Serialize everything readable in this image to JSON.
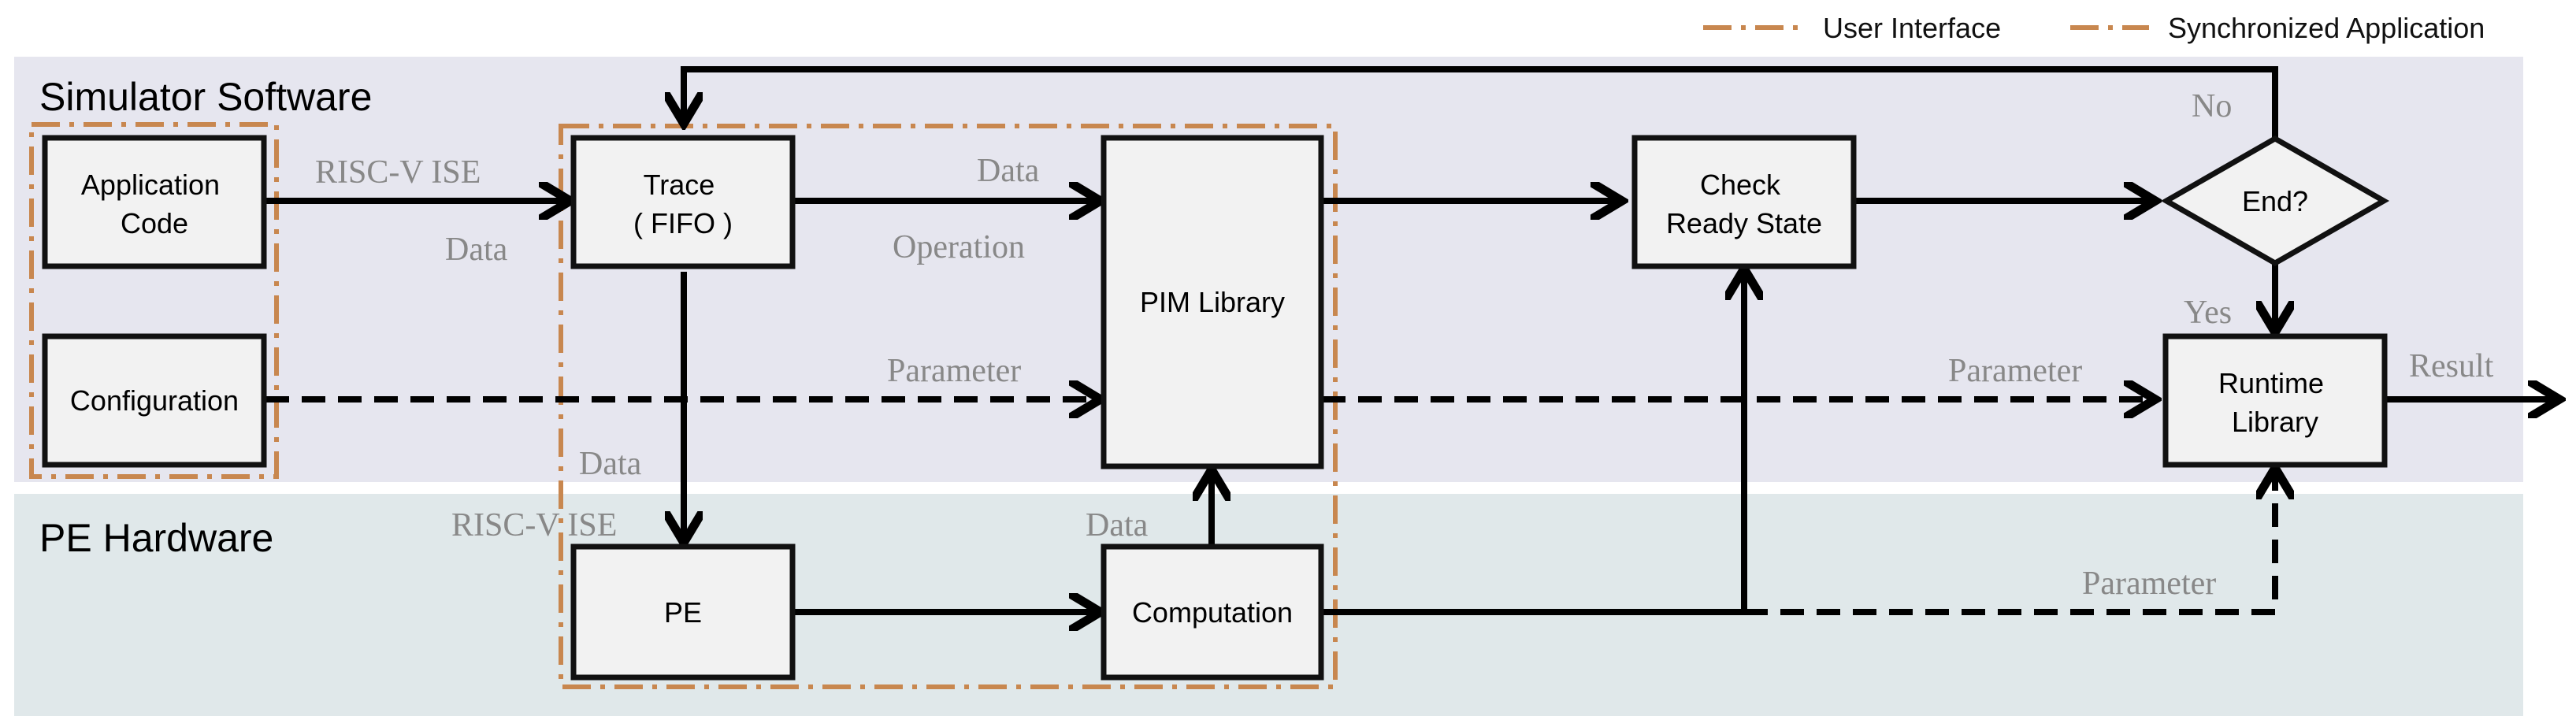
{
  "legend": {
    "user_interface": "User Interface",
    "synchronized_application": "Synchronized Application",
    "color": "#c8874f"
  },
  "regions": {
    "simulator_software": "Simulator Software",
    "pe_hardware": "PE Hardware",
    "software_bg": "#e6e6ef",
    "hardware_bg": "#e0e8ea"
  },
  "nodes": {
    "application_code": [
      "Application",
      "Code"
    ],
    "configuration": "Configuration",
    "trace": [
      "Trace",
      "( FIFO )"
    ],
    "pim_library": "PIM Library",
    "check_ready_state": [
      "Check",
      "Ready State"
    ],
    "end_decision": "End?",
    "runtime_library": [
      "Runtime",
      "Library"
    ],
    "pe": "PE",
    "computation": "Computation"
  },
  "edge_labels": {
    "risc_v_ise_top": "RISC-V ISE",
    "data_app": "Data",
    "data_trace_pim": "Data",
    "operation": "Operation",
    "parameter_config": "Parameter",
    "data_trace_pe": "Data",
    "risc_v_ise_pe": "RISC-V ISE",
    "data_computation": "Data",
    "no": "No",
    "yes": "Yes",
    "parameter_runtime": "Parameter",
    "result": "Result",
    "parameter_computation": "Parameter"
  }
}
